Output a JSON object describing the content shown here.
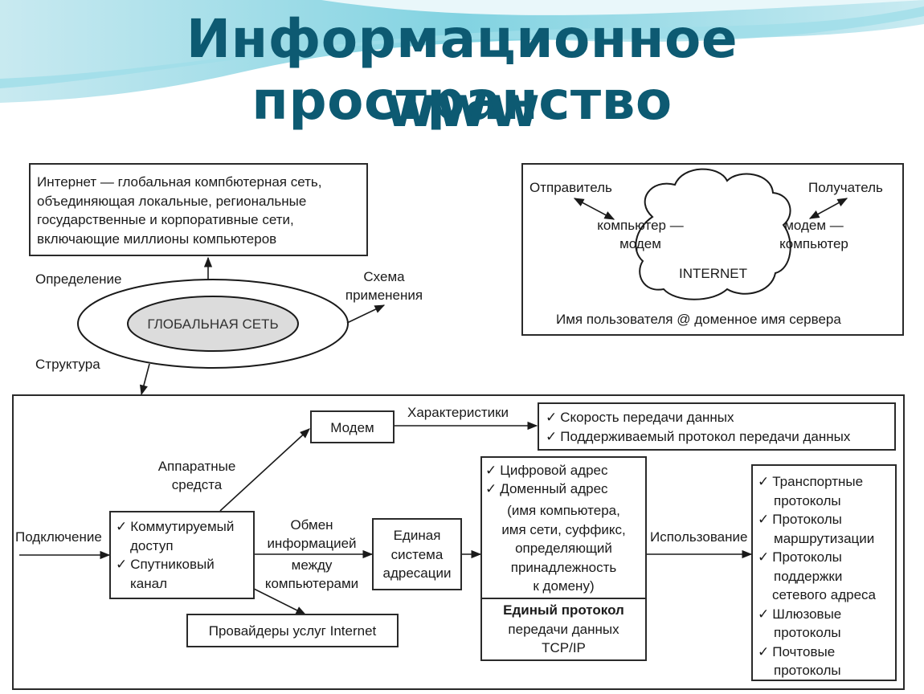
{
  "header": {
    "title_line1": "Информационное пространство",
    "title_line2": "www"
  },
  "definition": {
    "lines": [
      "Интернет — глобальная компбютерная сеть,",
      "объединяющая локальные, региональные",
      "государственные и корпоративные сети,",
      "включающие миллионы компьютеров"
    ]
  },
  "ellipse": {
    "center_label": "ГЛОБАЛЬНАЯ СЕТЬ"
  },
  "labels": {
    "definition": "Определение",
    "scheme": [
      "Схема",
      "применения"
    ],
    "structure": "Структура",
    "connection": "Подключение",
    "hardware": [
      "Аппаратные",
      "средста"
    ],
    "characteristics": "Характеристики",
    "exchange_top": [
      "Обмен",
      "информацией"
    ],
    "exchange_bottom": [
      "между",
      "компьютерами"
    ],
    "usage": "Использование"
  },
  "scheme_box": {
    "sender": "Отправитель",
    "receiver": "Получатель",
    "left_cloud": [
      "компьютер —",
      "модем"
    ],
    "right_cloud": [
      "модем —",
      "компьютер"
    ],
    "internet": "INTERNET",
    "address": "Имя пользователя @ доменное имя сервера"
  },
  "modem": {
    "label": "Модем"
  },
  "characteristics_list": [
    "Скорость передачи данных",
    "Поддерживаемый протокол передачи данных"
  ],
  "access_list": {
    "lines": [
      {
        "check": true,
        "text": "Коммутируемый"
      },
      {
        "check": false,
        "text": "доступ"
      },
      {
        "check": true,
        "text": "Спутниковый"
      },
      {
        "check": false,
        "text": "канал"
      }
    ]
  },
  "providers": {
    "label": "Провайдеры услуг Internet"
  },
  "addressing": {
    "lines": [
      "Единая",
      "система",
      "адресации"
    ]
  },
  "address_box": {
    "lines": [
      {
        "check": true,
        "text": "Цифровой адрес"
      },
      {
        "check": true,
        "text": "Доменный адрес"
      },
      {
        "check": false,
        "text": "(имя компьютера,"
      },
      {
        "check": false,
        "text": "имя сети, суффикс,"
      },
      {
        "check": false,
        "text": "определяющий"
      },
      {
        "check": false,
        "text": "принадлежность"
      },
      {
        "check": false,
        "text": "к домену)"
      }
    ],
    "protocol_title": "Единый протокол",
    "protocol_lines": [
      "передачи данных",
      "TCP/IP"
    ]
  },
  "protocols_list": {
    "lines": [
      {
        "check": true,
        "text": "Транспортные"
      },
      {
        "check": false,
        "text": "протоколы"
      },
      {
        "check": true,
        "text": "Протоколы"
      },
      {
        "check": false,
        "text": "маршрутизации"
      },
      {
        "check": true,
        "text": "Протоколы"
      },
      {
        "check": false,
        "text": "поддержки"
      },
      {
        "check": false,
        "text": "сетевого адреса"
      },
      {
        "check": true,
        "text": "Шлюзовые"
      },
      {
        "check": false,
        "text": "протоколы"
      },
      {
        "check": true,
        "text": "Почтовые"
      },
      {
        "check": false,
        "text": "протоколы"
      }
    ]
  },
  "colors": {
    "title": "#0d5a72",
    "header_wave": "#5bbfd3",
    "ellipse_inner": "#dcdcdc"
  }
}
